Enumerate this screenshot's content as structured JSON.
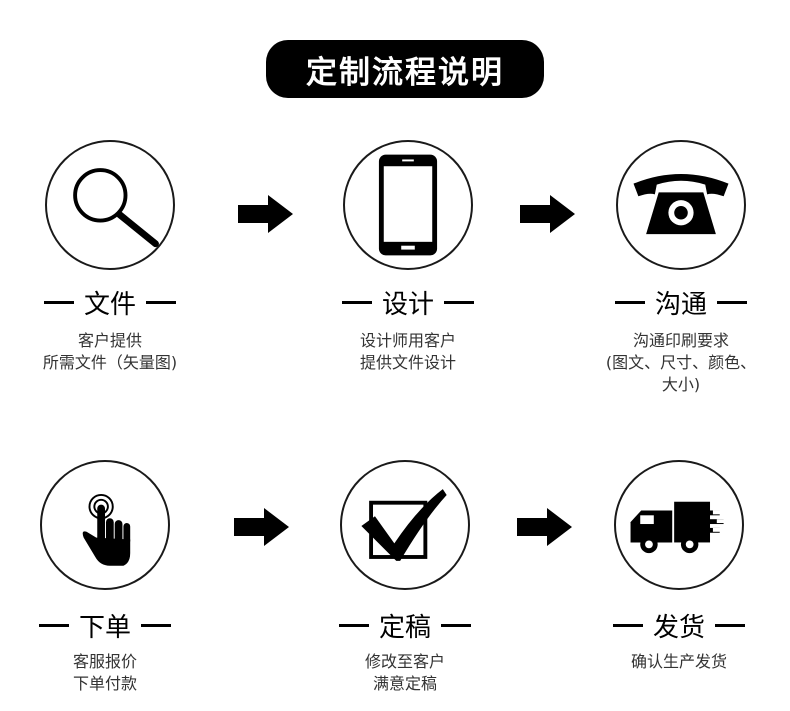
{
  "header": {
    "title": "定制流程说明"
  },
  "steps": [
    {
      "title": "文件",
      "lines": [
        "客户提供",
        "所需文件（矢量图)"
      ],
      "icon": "magnifier-icon"
    },
    {
      "title": "设计",
      "lines": [
        "设计师用客户",
        "提供文件设计"
      ],
      "icon": "smartphone-icon"
    },
    {
      "title": "沟通",
      "lines": [
        "沟通印刷要求",
        "(图文、尺寸、颜色、",
        "大小)"
      ],
      "icon": "telephone-icon"
    },
    {
      "title": "下单",
      "lines": [
        "客服报价",
        "下单付款"
      ],
      "icon": "hand-pointer-icon"
    },
    {
      "title": "定稿",
      "lines": [
        "修改至客户",
        "满意定稿"
      ],
      "icon": "checkbox-icon"
    },
    {
      "title": "发货",
      "lines": [
        "确认生产发货"
      ],
      "icon": "delivery-truck-icon"
    }
  ]
}
